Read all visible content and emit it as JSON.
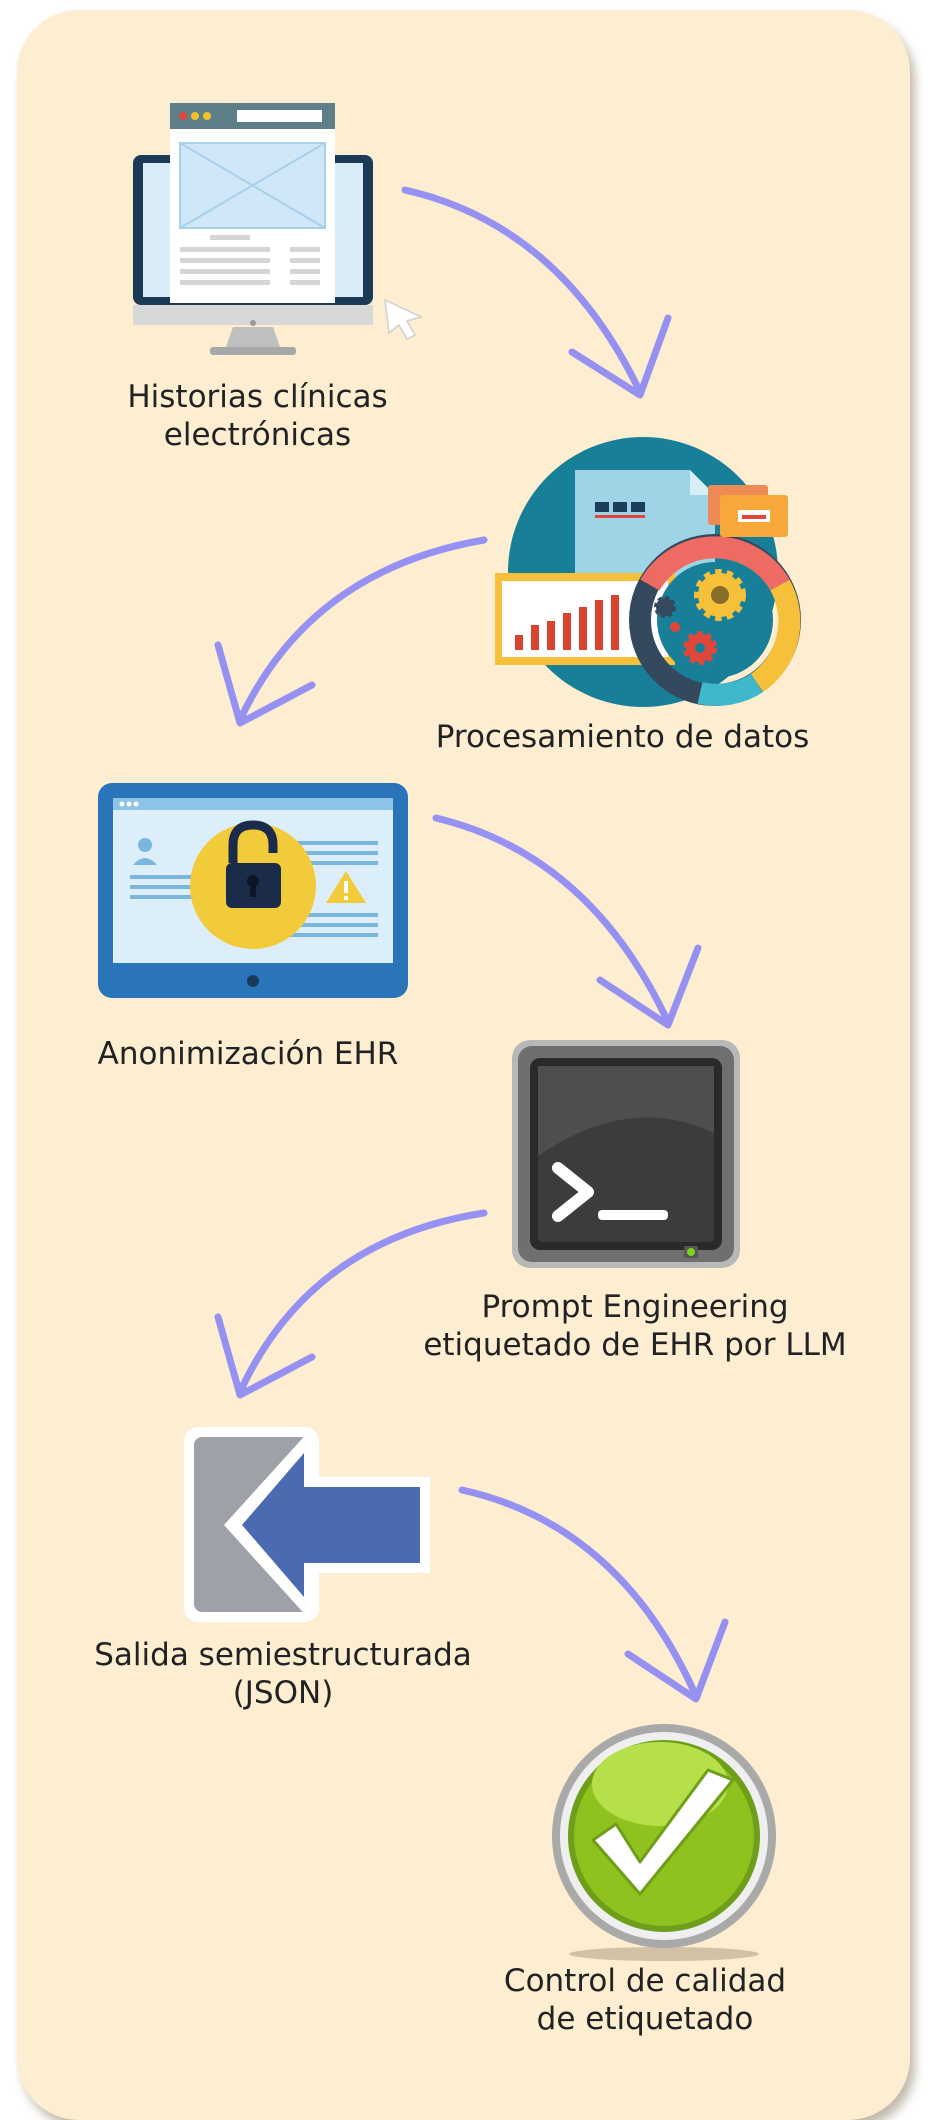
{
  "steps": [
    {
      "label": "Historias clínicas\nelectrónicas",
      "icon": "computer-monitor-icon"
    },
    {
      "label": "Procesamiento de datos",
      "icon": "data-processing-icon"
    },
    {
      "label": "Anonimización EHR",
      "icon": "padlock-tablet-icon"
    },
    {
      "label": "Prompt Engineering\netiquetado de EHR por LLM",
      "icon": "terminal-icon"
    },
    {
      "label": "Salida semiestructurada\n(JSON)",
      "icon": "exit-arrow-icon"
    },
    {
      "label": "Control de calidad\nde etiquetado",
      "icon": "check-mark-icon"
    }
  ],
  "colors": {
    "background": "#fdeed2",
    "arrow": "#8b86f5"
  }
}
